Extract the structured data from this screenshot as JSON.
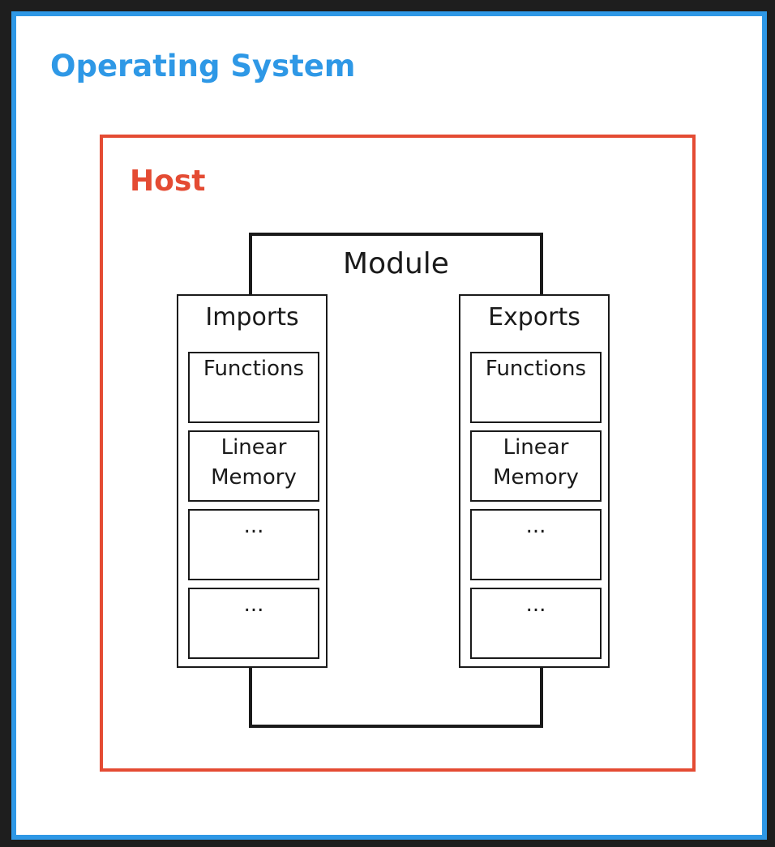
{
  "colors": {
    "os_border": "#2e98e6",
    "os_title": "#2e98e6",
    "host_border": "#e44b33",
    "host_title": "#e44b33",
    "module_stroke": "#1a1a1a",
    "background": "#ffffff",
    "outer_background": "#1e1e1e"
  },
  "diagram": {
    "os": {
      "title": "Operating System"
    },
    "host": {
      "title": "Host"
    },
    "module": {
      "title": "Module"
    },
    "imports": {
      "title": "Imports",
      "items": [
        "Functions",
        "Linear\nMemory",
        "...",
        "..."
      ]
    },
    "exports": {
      "title": "Exports",
      "items": [
        "Functions",
        "Linear\nMemory",
        "...",
        "..."
      ]
    }
  }
}
